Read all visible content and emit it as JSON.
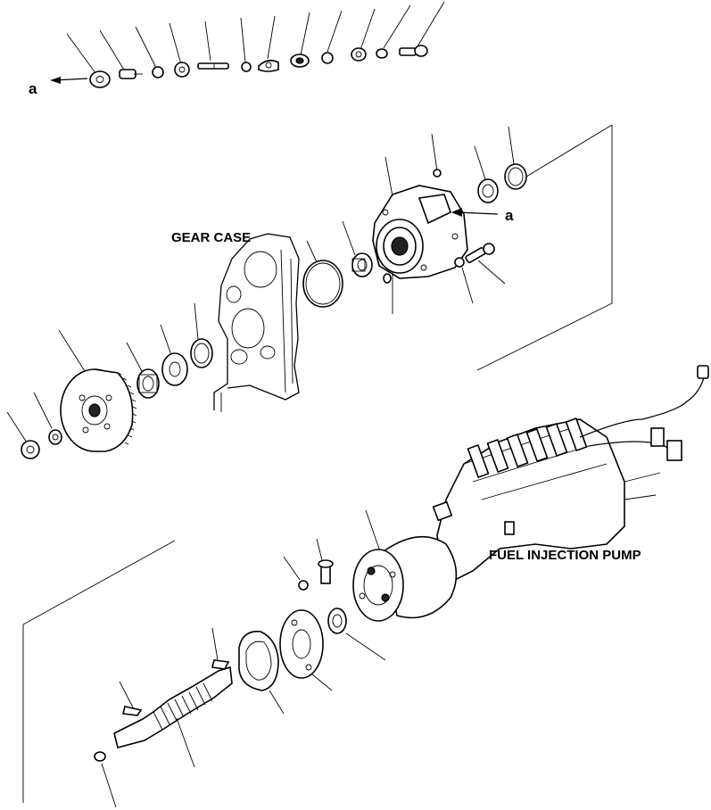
{
  "labels": {
    "gear_case": "GEAR CASE",
    "fuel_injection_pump": "FUEL INJECTION PUMP",
    "ref_a_left": "a",
    "ref_a_right": "a"
  },
  "icons": {
    "arrow": "arrow-left-icon"
  }
}
